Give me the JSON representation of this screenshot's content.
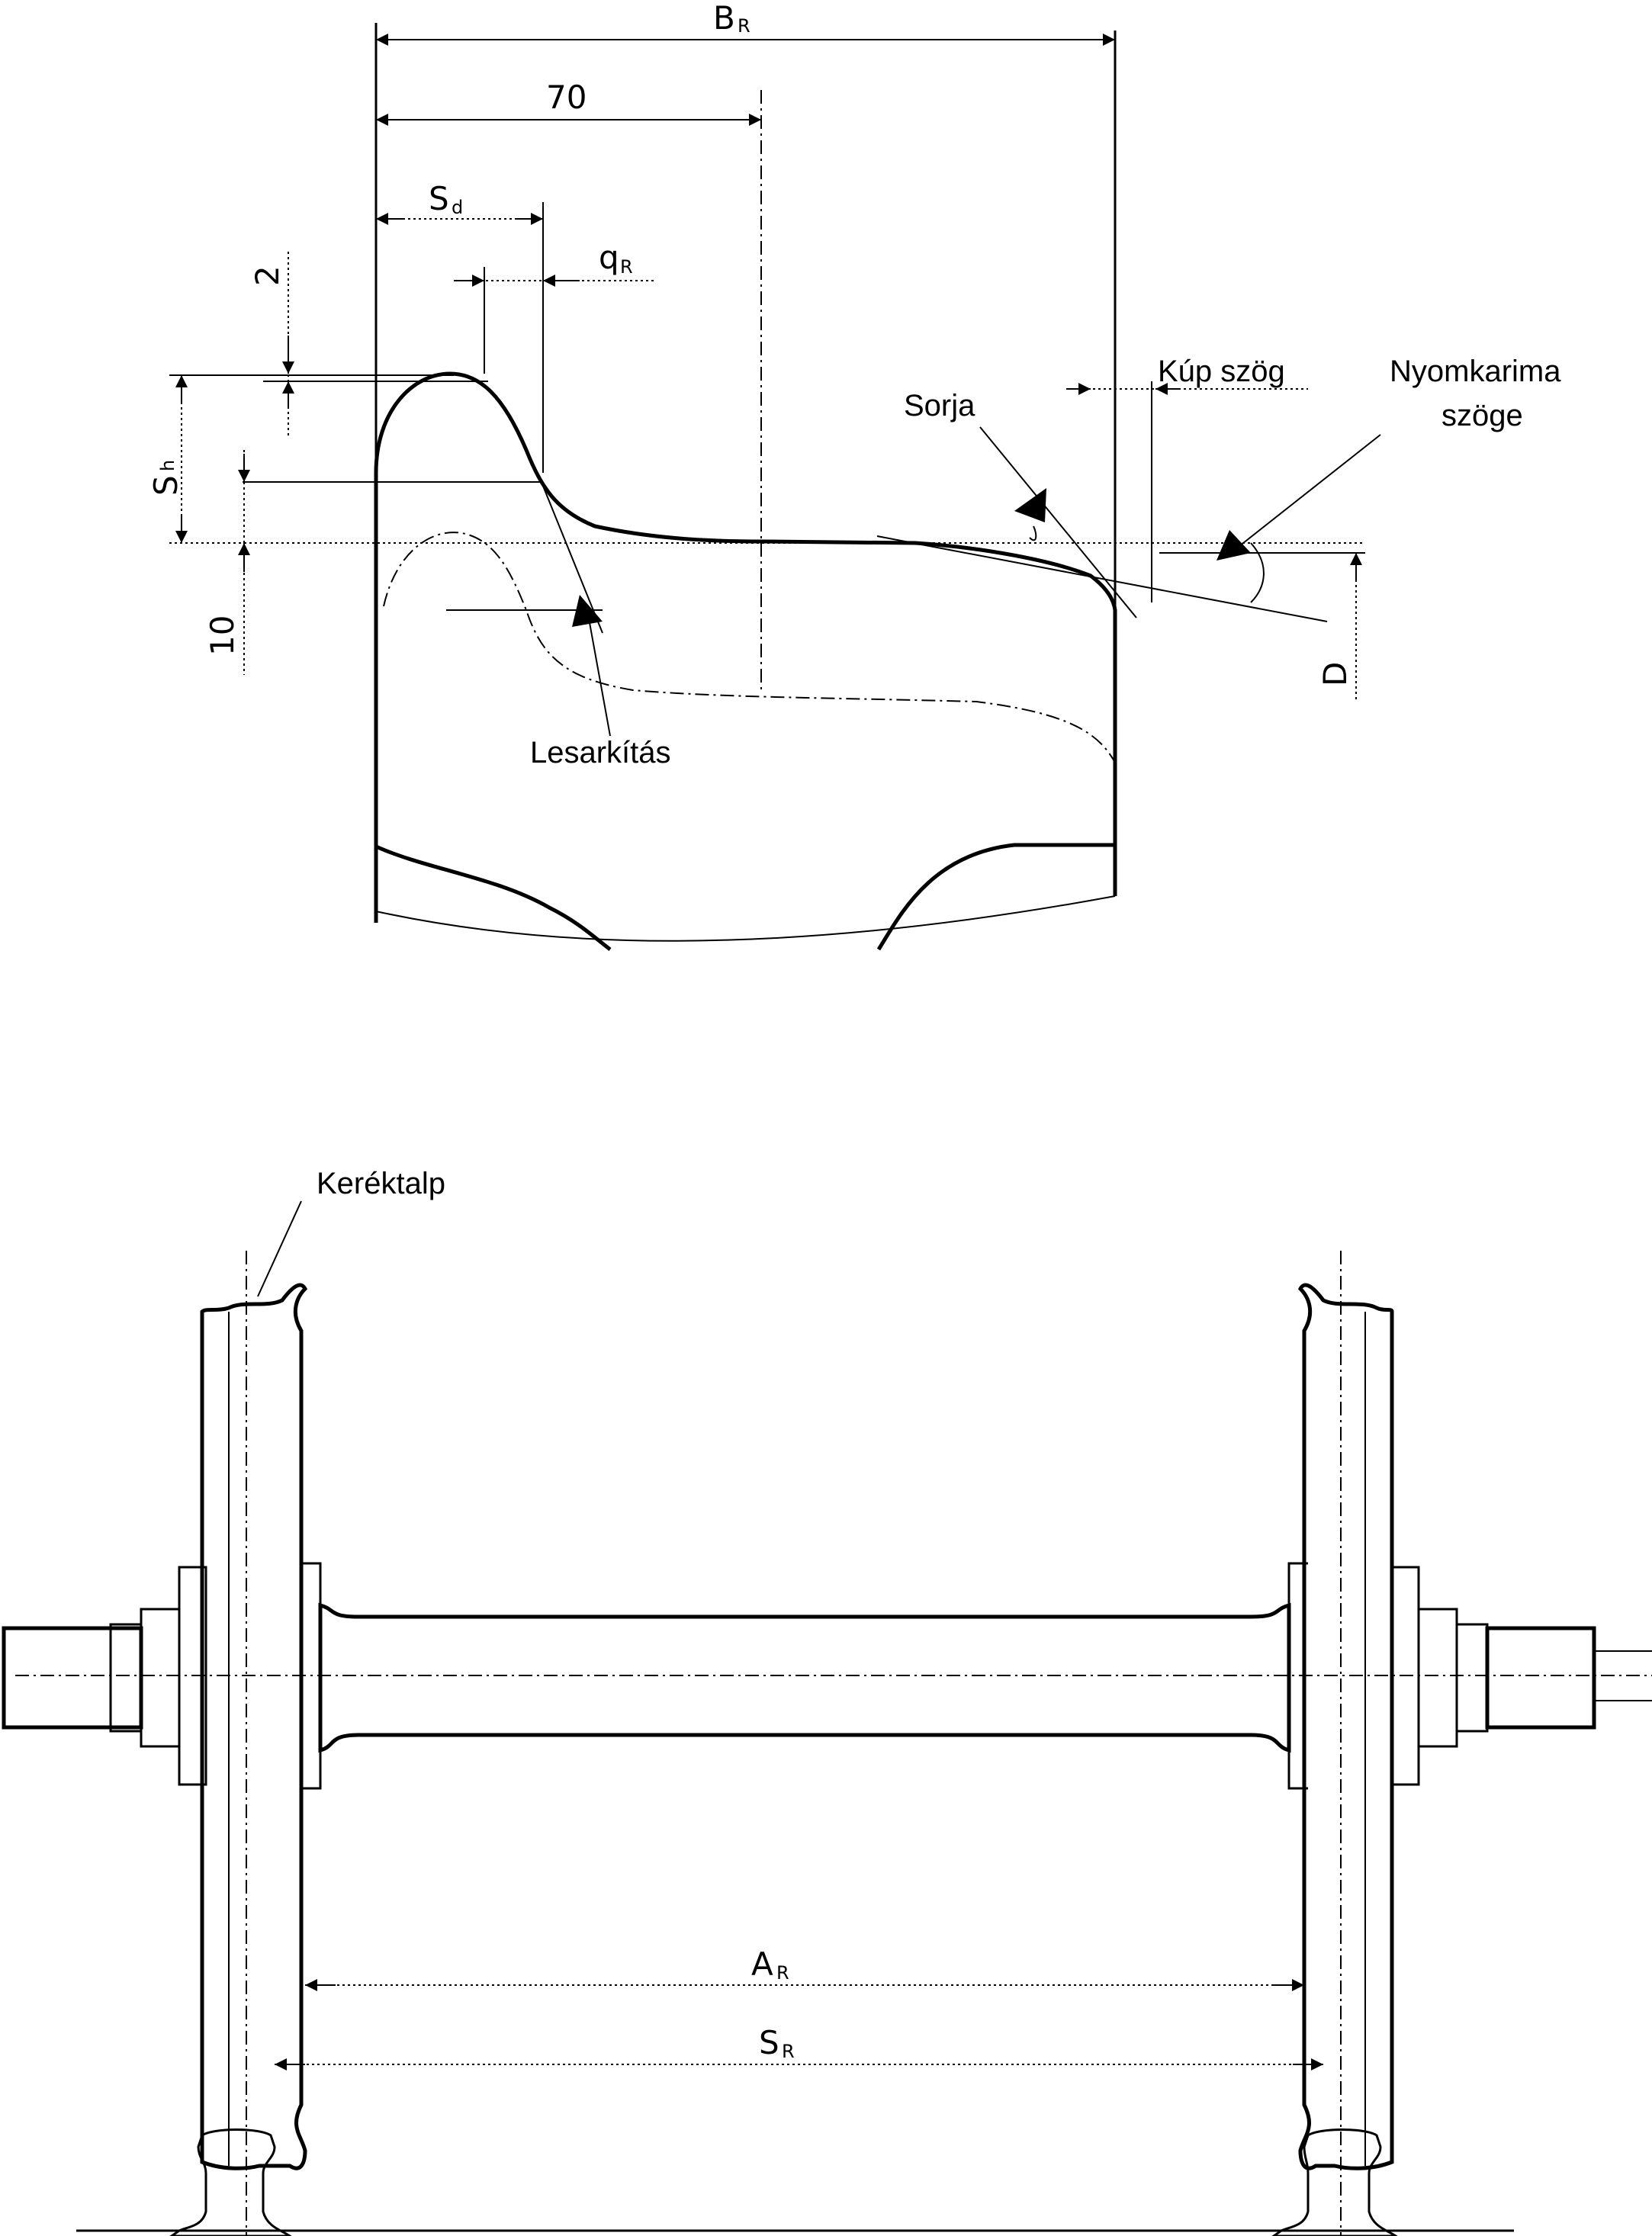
{
  "profile": {
    "dim_width": "B",
    "dim_width_sub": "R",
    "dim_70": "70",
    "dim_sd": "S",
    "dim_sd_sub": "d",
    "dim_qr": "q",
    "dim_qr_sub": "R",
    "dim_2": "2",
    "dim_sh": "S",
    "dim_sh_sub": "h",
    "dim_10": "10",
    "dim_d": "D",
    "label_kup_szog": "Kúp szög",
    "label_sorja": "Sorja",
    "label_nyomkarima_line1": "Nyomkarima",
    "label_nyomkarima_line2": "szöge",
    "label_lesarkitas": "Lesarkítás"
  },
  "wheelset": {
    "label_kerektalp": "Keréktalp",
    "dim_ar": "A",
    "dim_ar_sub": "R",
    "dim_sr": "S",
    "dim_sr_sub": "R"
  }
}
